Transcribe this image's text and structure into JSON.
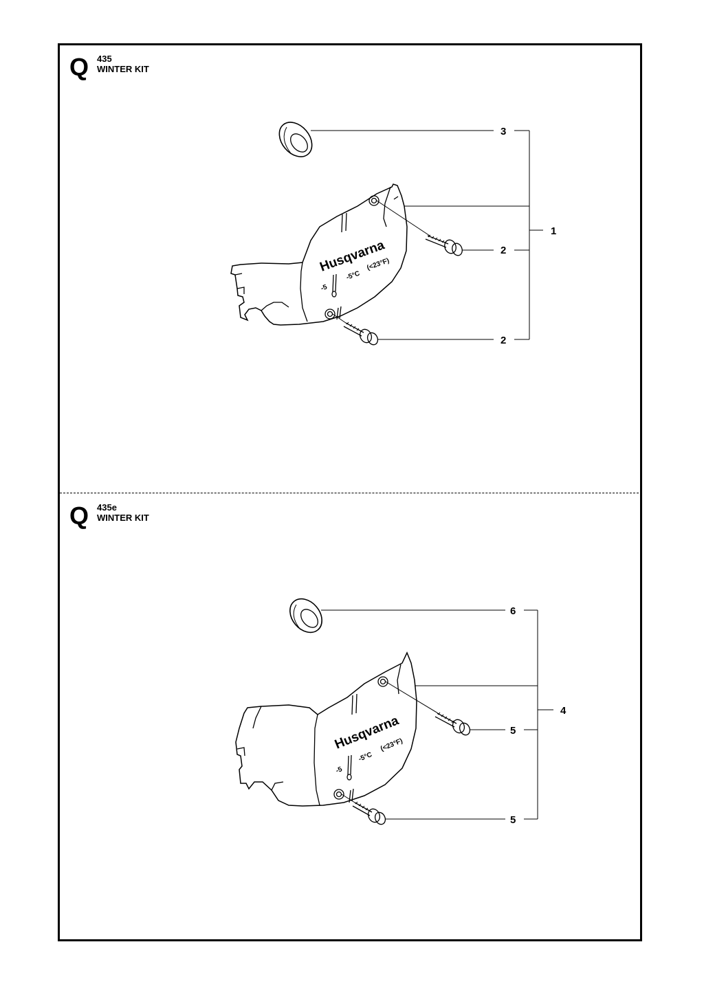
{
  "sections": [
    {
      "letter": "Q",
      "model": "435",
      "title": "WINTER KIT",
      "callouts": {
        "ring": "3",
        "group": "1",
        "screw_top": "2",
        "screw_bottom": "2"
      },
      "cover_text": {
        "brand": "Husqvarna",
        "temp_c": "-5°C",
        "temp_f": "(<23°F)",
        "minus": "-5"
      }
    },
    {
      "letter": "Q",
      "model": "435e",
      "title": "WINTER KIT",
      "callouts": {
        "ring": "6",
        "group": "4",
        "screw_top": "5",
        "screw_bottom": "5"
      },
      "cover_text": {
        "brand": "Husqvarna",
        "temp_c": "-5°C",
        "temp_f": "(<23°F)",
        "minus": "-5"
      }
    }
  ]
}
